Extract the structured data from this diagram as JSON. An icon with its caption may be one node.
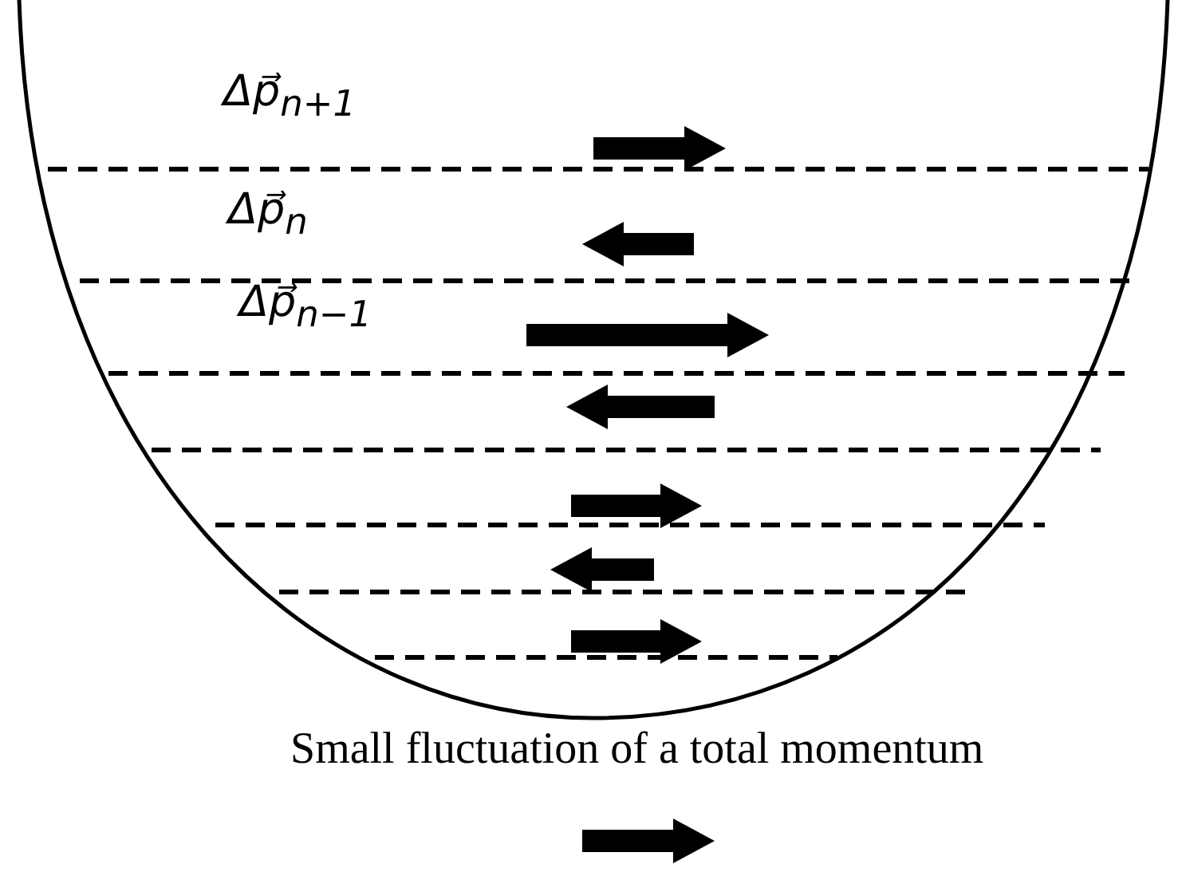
{
  "diagram": {
    "caption": "Small fluctuation of a total momentum",
    "labels": [
      "Δp⃗$_{n+1}$",
      "Δp⃗$_{n}$",
      "Δp⃗$_{n−1}$"
    ]
  }
}
